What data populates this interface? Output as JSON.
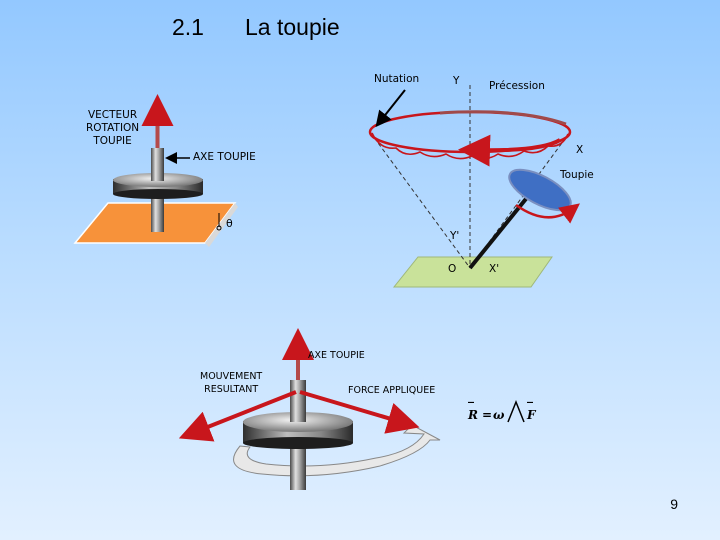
{
  "slide": {
    "section_number": "2.1",
    "title": "La toupie",
    "page_number": "9"
  },
  "top_left": {
    "vector_label_lines": [
      "VECTEUR",
      "ROTATION",
      "TOUPIE"
    ],
    "axis_label": "AXE  TOUPIE",
    "angle_label": "θ"
  },
  "top_right": {
    "nutation_label": "Nutation",
    "y_label": "Y",
    "precession_label": "Précession",
    "x_label": "X",
    "toupie_label": "Toupie",
    "y_prime_label": "Y'",
    "o_label": "O",
    "x_prime_label": "X'"
  },
  "bottom": {
    "axis_label": "AXE TOUPIE",
    "movement_label_lines": [
      "MOUVEMENT",
      "RESULTANT"
    ],
    "force_label": "FORCE  APPLIQUEE",
    "formula_r": "R",
    "formula_eq": "=",
    "formula_omega": "ω",
    "formula_f": "F"
  },
  "colors": {
    "red": "#c8161c",
    "orange_plane": "#f7923a",
    "green_plane": "#c9e29a",
    "blue_disc": "#3f6fc4"
  }
}
